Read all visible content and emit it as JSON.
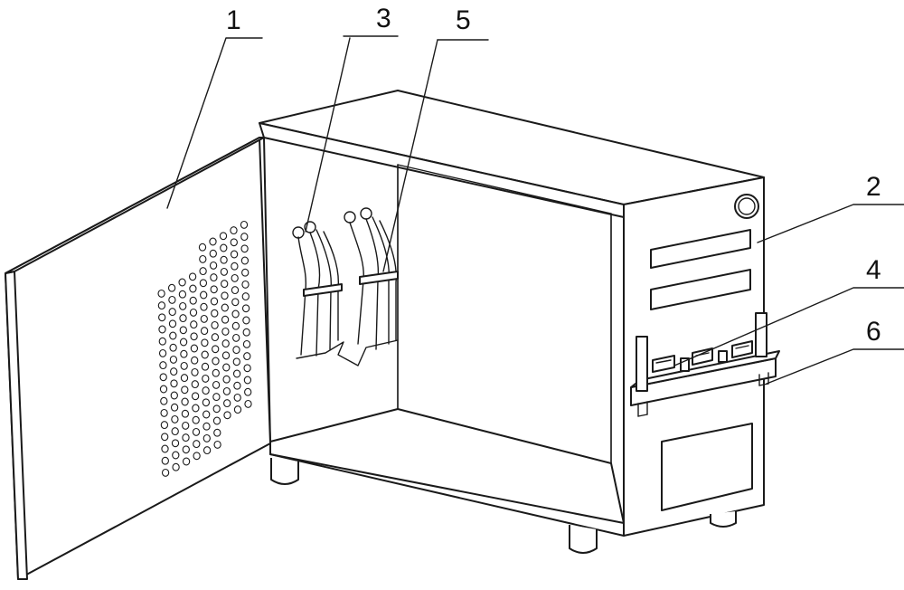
{
  "labels": {
    "door": "1",
    "front_slot": "2",
    "cables": "3",
    "sockets": "4",
    "cable_clip": "5",
    "bracket": "6"
  }
}
